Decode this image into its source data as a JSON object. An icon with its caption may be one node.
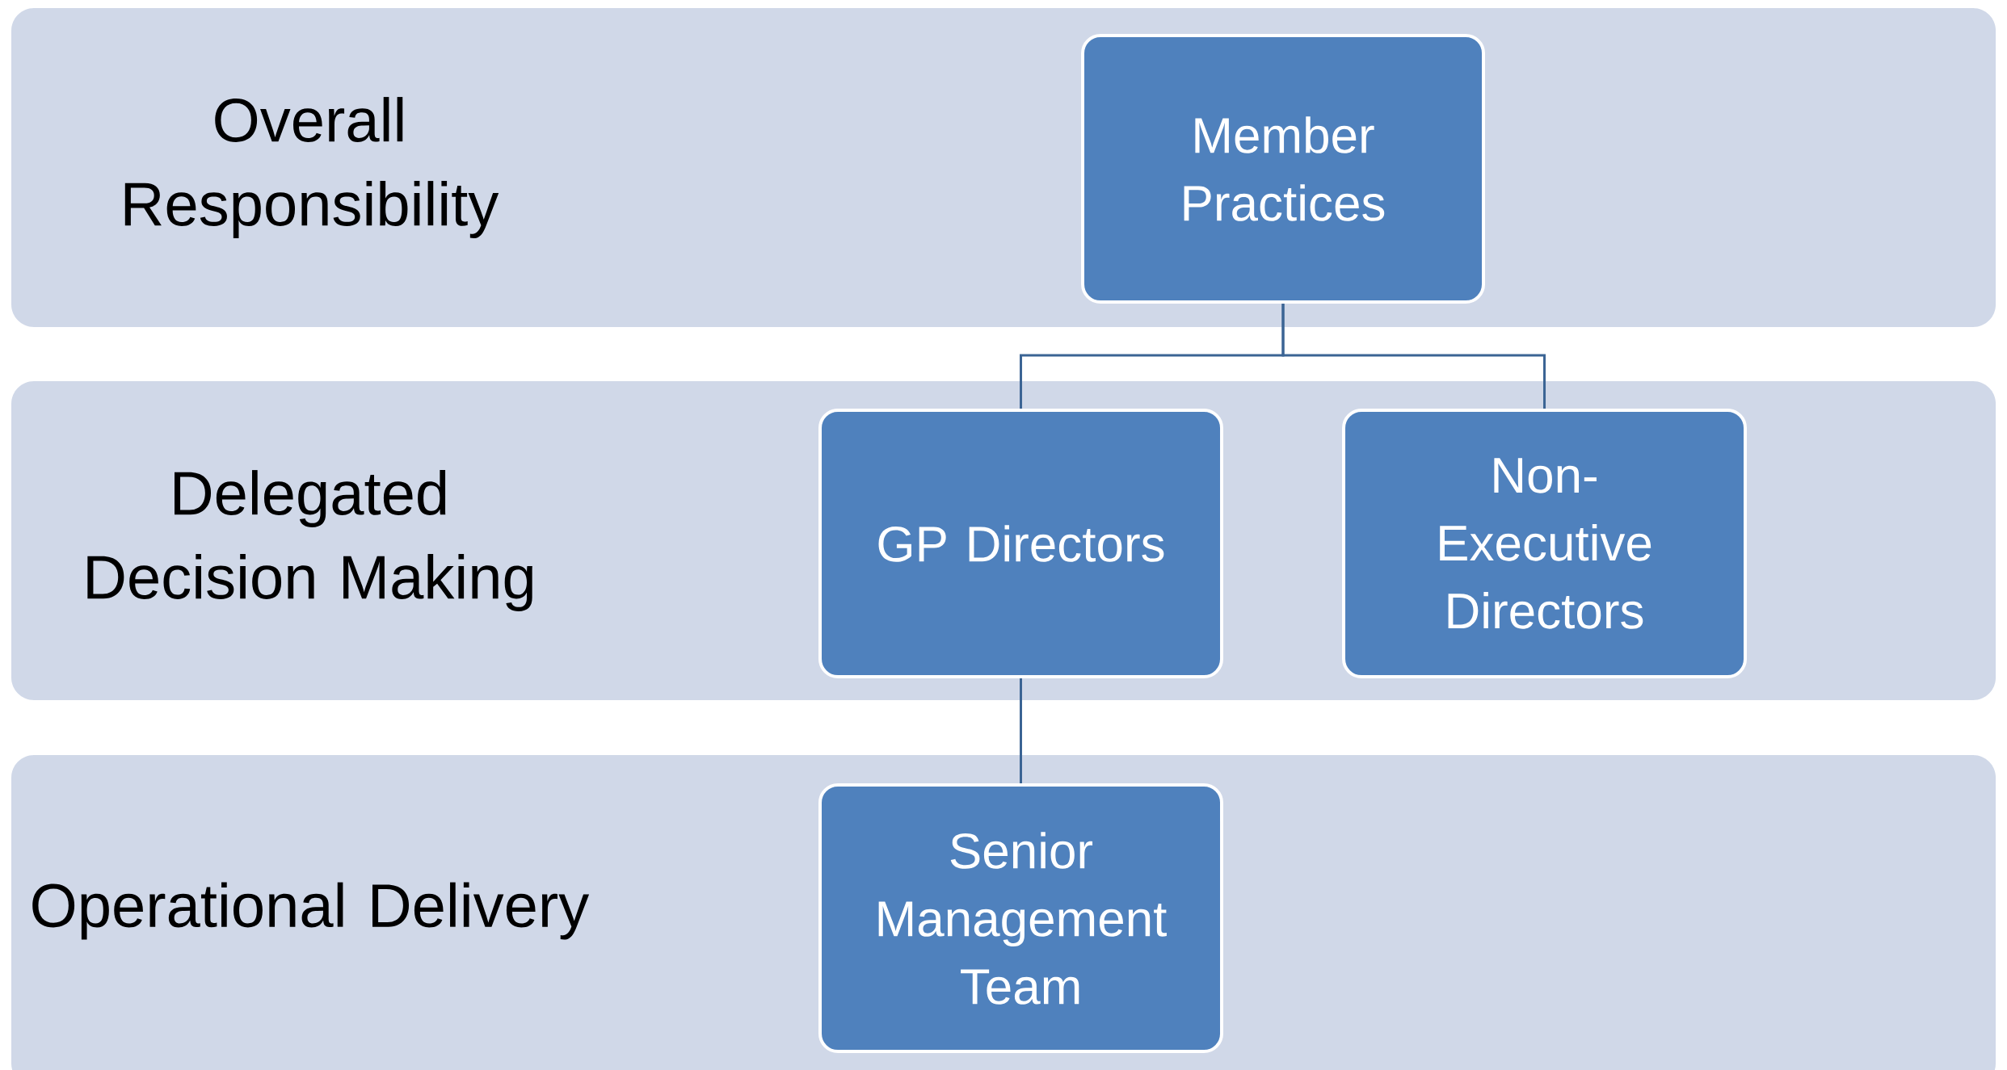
{
  "diagram": {
    "nodes": [
      {
        "text": [
          "Overall Responsibility"
        ]
      },
      {
        "text": [
          "Member Practices"
        ],
        "in": 0
      },
      {
        "text": [
          "Delegated Decision Making"
        ]
      },
      {
        "text": [
          "GP Directors"
        ],
        "in": 2
      },
      {
        "text": [
          "Non-Executive Directors"
        ],
        "in": 2
      },
      {
        "text": [
          "Operational Delivery"
        ]
      },
      {
        "text": [
          "Senior Management Team"
        ],
        "in": 5
      }
    ],
    "edges": [
      {
        "from": 1,
        "to": 3,
        "arrow": "none"
      },
      {
        "from": 1,
        "to": 4,
        "arrow": "none"
      },
      {
        "from": 3,
        "to": 6,
        "arrow": "none"
      }
    ]
  }
}
